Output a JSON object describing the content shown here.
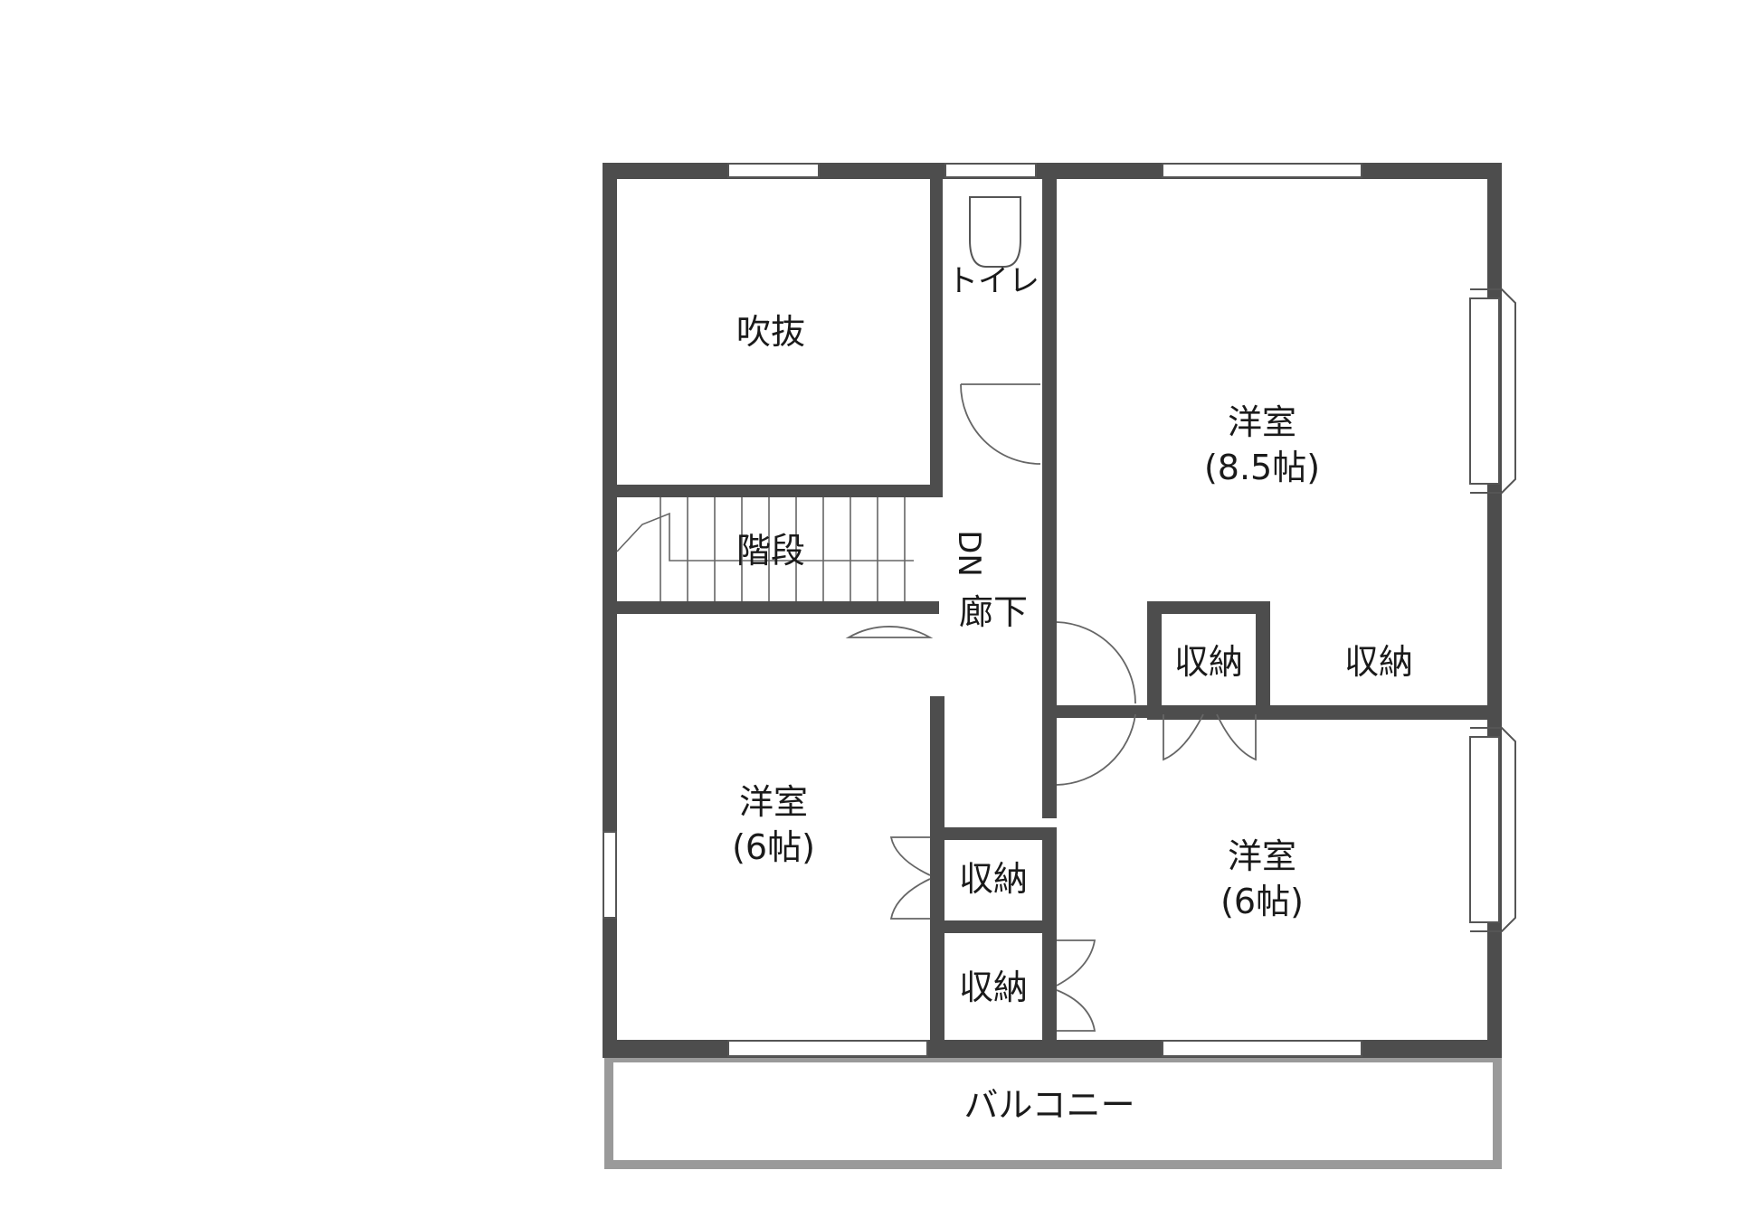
{
  "rooms": {
    "fukinuke": "吹抜",
    "toilet": "トイレ",
    "western_main": "洋室",
    "western_main_size": "(8.5帖)",
    "stairs": "階段",
    "stairs_dir": "DN",
    "hallway": "廊下",
    "storage_a": "収納",
    "storage_b": "収納",
    "western_left": "洋室",
    "western_left_size": "(6帖)",
    "western_right": "洋室",
    "western_right_size": "(6帖)",
    "storage_c": "収納",
    "storage_d": "収納",
    "balcony": "バルコニー"
  },
  "colors": {
    "wall": "#4d4d4d",
    "balcony_edge": "#9a9a9a"
  }
}
